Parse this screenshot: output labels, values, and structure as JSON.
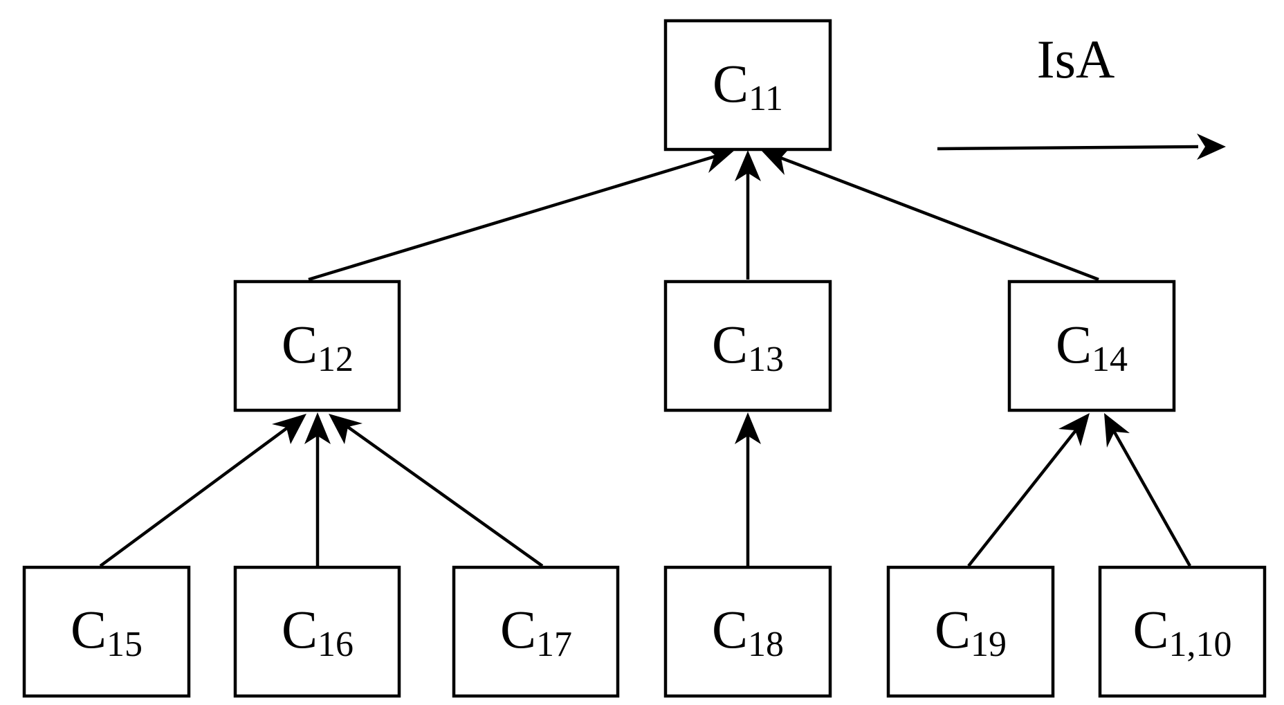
{
  "legend": {
    "label": "IsA"
  },
  "nodes": {
    "c11": {
      "letter": "C",
      "sub": "11"
    },
    "c12": {
      "letter": "C",
      "sub": "12"
    },
    "c13": {
      "letter": "C",
      "sub": "13"
    },
    "c14": {
      "letter": "C",
      "sub": "14"
    },
    "c15": {
      "letter": "C",
      "sub": "15"
    },
    "c16": {
      "letter": "C",
      "sub": "16"
    },
    "c17": {
      "letter": "C",
      "sub": "17"
    },
    "c18": {
      "letter": "C",
      "sub": "18"
    },
    "c19": {
      "letter": "C",
      "sub": "19"
    },
    "c110": {
      "letter": "C",
      "sub": "1,10"
    }
  },
  "edges": [
    {
      "from": "c12",
      "to": "c11",
      "relation": "IsA"
    },
    {
      "from": "c13",
      "to": "c11",
      "relation": "IsA"
    },
    {
      "from": "c14",
      "to": "c11",
      "relation": "IsA"
    },
    {
      "from": "c15",
      "to": "c12",
      "relation": "IsA"
    },
    {
      "from": "c16",
      "to": "c12",
      "relation": "IsA"
    },
    {
      "from": "c17",
      "to": "c12",
      "relation": "IsA"
    },
    {
      "from": "c18",
      "to": "c13",
      "relation": "IsA"
    },
    {
      "from": "c19",
      "to": "c14",
      "relation": "IsA"
    },
    {
      "from": "c110",
      "to": "c14",
      "relation": "IsA"
    }
  ]
}
